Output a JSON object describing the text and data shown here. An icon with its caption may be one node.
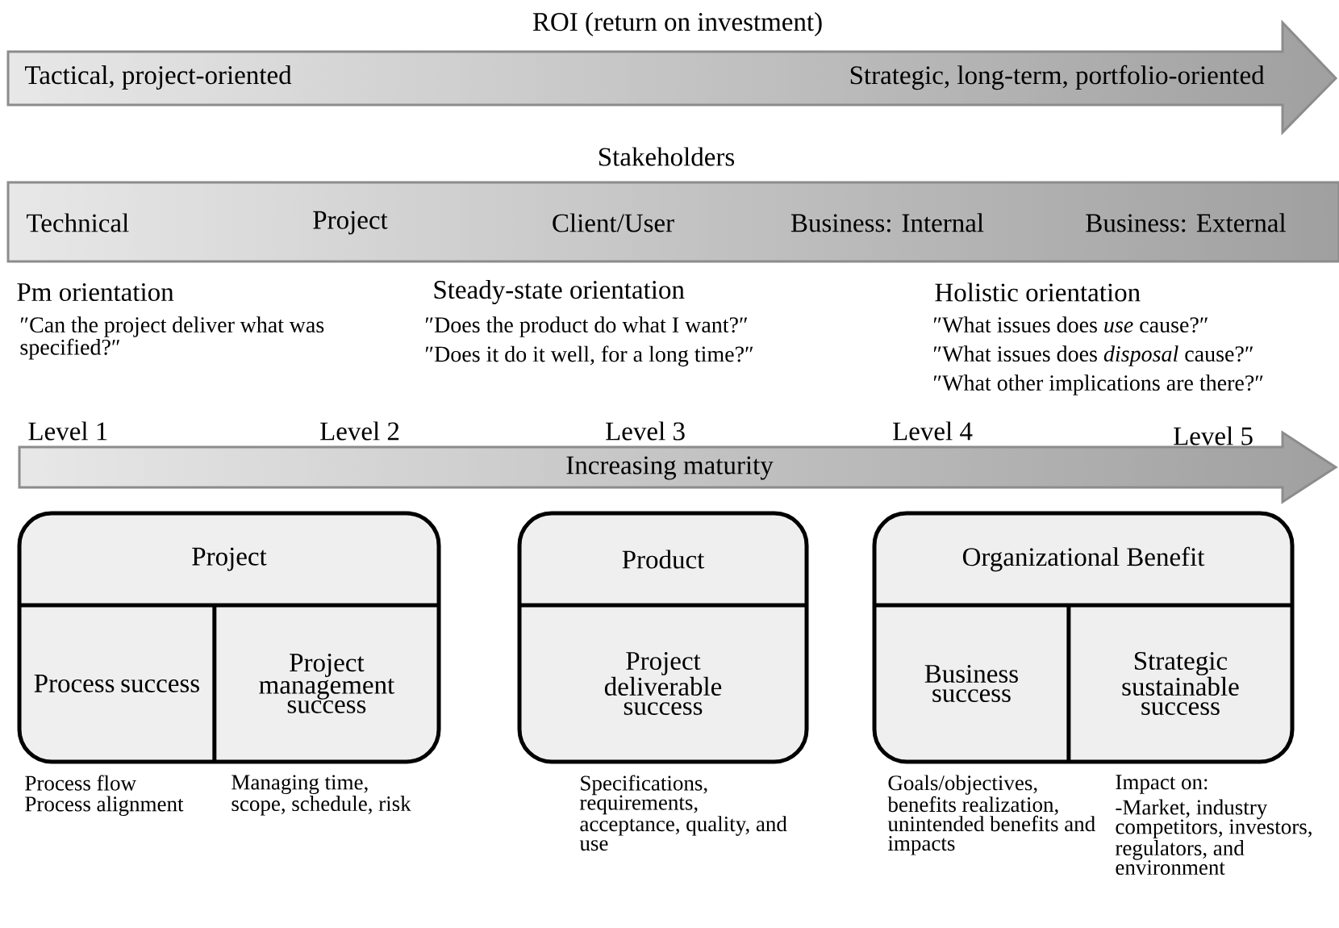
{
  "diagram": {
    "nodes": [
      {
        "text": [
          "ROI (return on investment)",
          "Tactical, project-oriented",
          "Strategic, long-term, portfolio-oriented"
        ]
      },
      {
        "text": [
          "Stakeholders",
          "Technical",
          "Project",
          "Client/User",
          "Business: Internal",
          "Business: External"
        ]
      },
      {
        "text": [
          "Increasing maturity"
        ]
      },
      {
        "text": [
          "Project"
        ]
      },
      {
        "text": [
          "Process success"
        ],
        "in": 3,
        "beside": [
          "Process flow",
          "Process alignment"
        ]
      },
      {
        "text": [
          "Project management success"
        ],
        "in": 3,
        "beside": [
          "Managing time, scope, schedule, risk"
        ]
      },
      {
        "text": [
          "Product"
        ]
      },
      {
        "text": [
          "Project deliverable success"
        ],
        "in": 6,
        "beside": [
          "Specifications, requirements, acceptance, quality, and use"
        ]
      },
      {
        "text": [
          "Organizational Benefit"
        ]
      },
      {
        "text": [
          "Business success"
        ],
        "in": 8,
        "beside": [
          "Goals/objectives, benefits realization, unintended benefits and impacts"
        ]
      },
      {
        "text": [
          "Strategic sustainable success"
        ],
        "in": 8,
        "beside": [
          "Impact on:",
          "-Market, industry competitors, investors, regulators, and environment"
        ]
      }
    ],
    "edges": [],
    "labels": [
      "Pm orientation",
      "″Can the project deliver what was specified?″",
      "Steady-state orientation",
      "″Does the product do what I want?″",
      "″Does it do it well, for a long time?″",
      "Holistic orientation",
      "″What issues does *use* cause?″",
      "″What issues does *disposal* cause?″",
      "″What other implications are there?″",
      "Level 1",
      "Level 2",
      "Level 3",
      "Level 4",
      "Level 5"
    ]
  }
}
